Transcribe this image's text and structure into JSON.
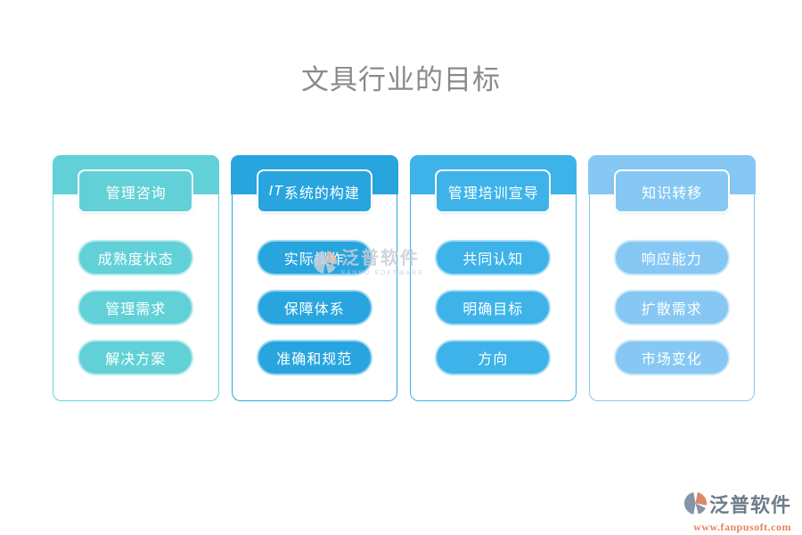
{
  "page": {
    "title": "文具行业的目标",
    "background_color": "#ffffff",
    "title_color": "#8a8a8a"
  },
  "columns": [
    {
      "header_em": "",
      "header": "管理咨询",
      "accent": "#62d1d7",
      "items": [
        "成熟度状态",
        "管理需求",
        "解决方案"
      ]
    },
    {
      "header_em": "IT",
      "header": "系统的构建",
      "accent": "#28a5df",
      "items": [
        "实际操作",
        "保障体系",
        "准确和规范"
      ]
    },
    {
      "header_em": "",
      "header": "管理培训宣导",
      "accent": "#3db3e9",
      "items": [
        "共同认知",
        "明确目标",
        "方向"
      ]
    },
    {
      "header_em": "",
      "header": "知识转移",
      "accent": "#86c8f3",
      "items": [
        "响应能力",
        "扩散需求",
        "市场变化"
      ]
    }
  ],
  "watermark": {
    "brand": "泛普软件",
    "subtitle": "FANPU SOFTWARE"
  },
  "footer_logo": {
    "brand": "泛普软件",
    "url": "www.fanpusoft.com",
    "brand_color": "#6f7b88",
    "url_color": "#e8825f",
    "icon_gray": "#8595a8",
    "icon_orange": "#de8763"
  }
}
